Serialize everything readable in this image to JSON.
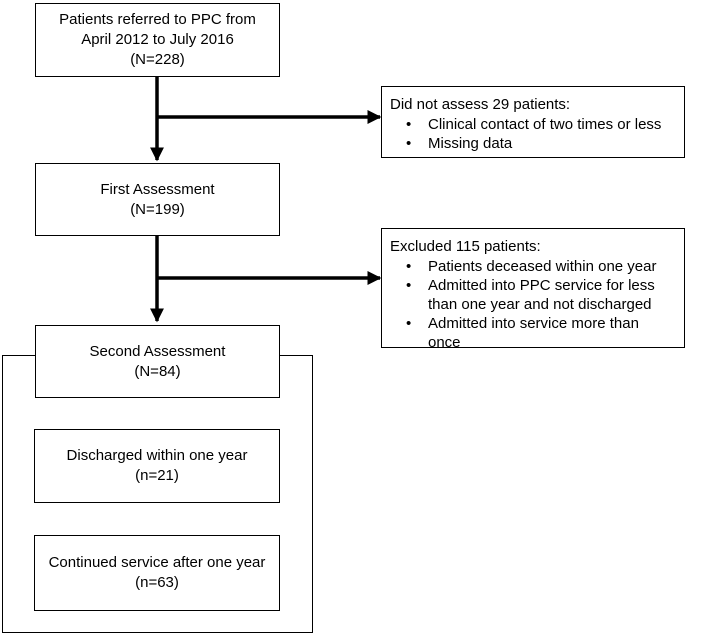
{
  "referred": {
    "line1": "Patients referred to PPC from",
    "line2": "April 2012 to July 2016",
    "count": "(N=228)"
  },
  "not_assessed": {
    "title": "Did not assess 29 patients:",
    "items": [
      "Clinical contact of two times or less",
      "Missing data"
    ]
  },
  "first_assessment": {
    "line1": "First Assessment",
    "count": "(N=199)"
  },
  "excluded": {
    "title": "Excluded 115 patients:",
    "items": [
      "Patients deceased within one year",
      "Admitted into PPC service for less than one year and not discharged",
      "Admitted into service more than once"
    ]
  },
  "second_assessment": {
    "line1": "Second Assessment",
    "count": "(N=84)"
  },
  "discharged": {
    "line1": "Discharged within one year",
    "count": "(n=21)"
  },
  "continued": {
    "line1": "Continued service after one year",
    "count": "(n=63)"
  }
}
